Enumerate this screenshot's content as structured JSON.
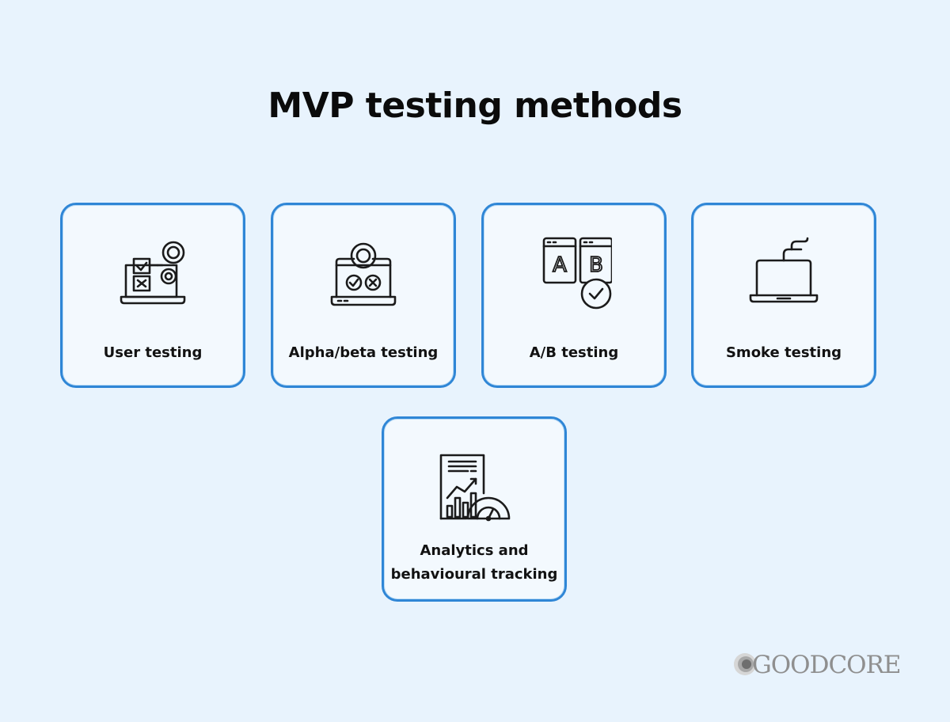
{
  "page": {
    "title": "MVP testing methods"
  },
  "cards": [
    {
      "label": "User testing",
      "icon": "user-testing-icon"
    },
    {
      "label": "Alpha/beta testing",
      "icon": "alpha-beta-laptop-icon"
    },
    {
      "label": "A/B testing",
      "icon": "ab-windows-icon"
    },
    {
      "label": "Smoke testing",
      "icon": "smoking-laptop-icon"
    },
    {
      "label": "Analytics and behavioural tracking",
      "icon": "analytics-report-icon"
    }
  ],
  "ab_icon": {
    "a": "A",
    "b": "B"
  },
  "logo": {
    "text": "GOODCORE"
  },
  "colors": {
    "background": "#e8f3fd",
    "card_border": "#2f86d6",
    "card_fill": "#f3f9fe"
  }
}
